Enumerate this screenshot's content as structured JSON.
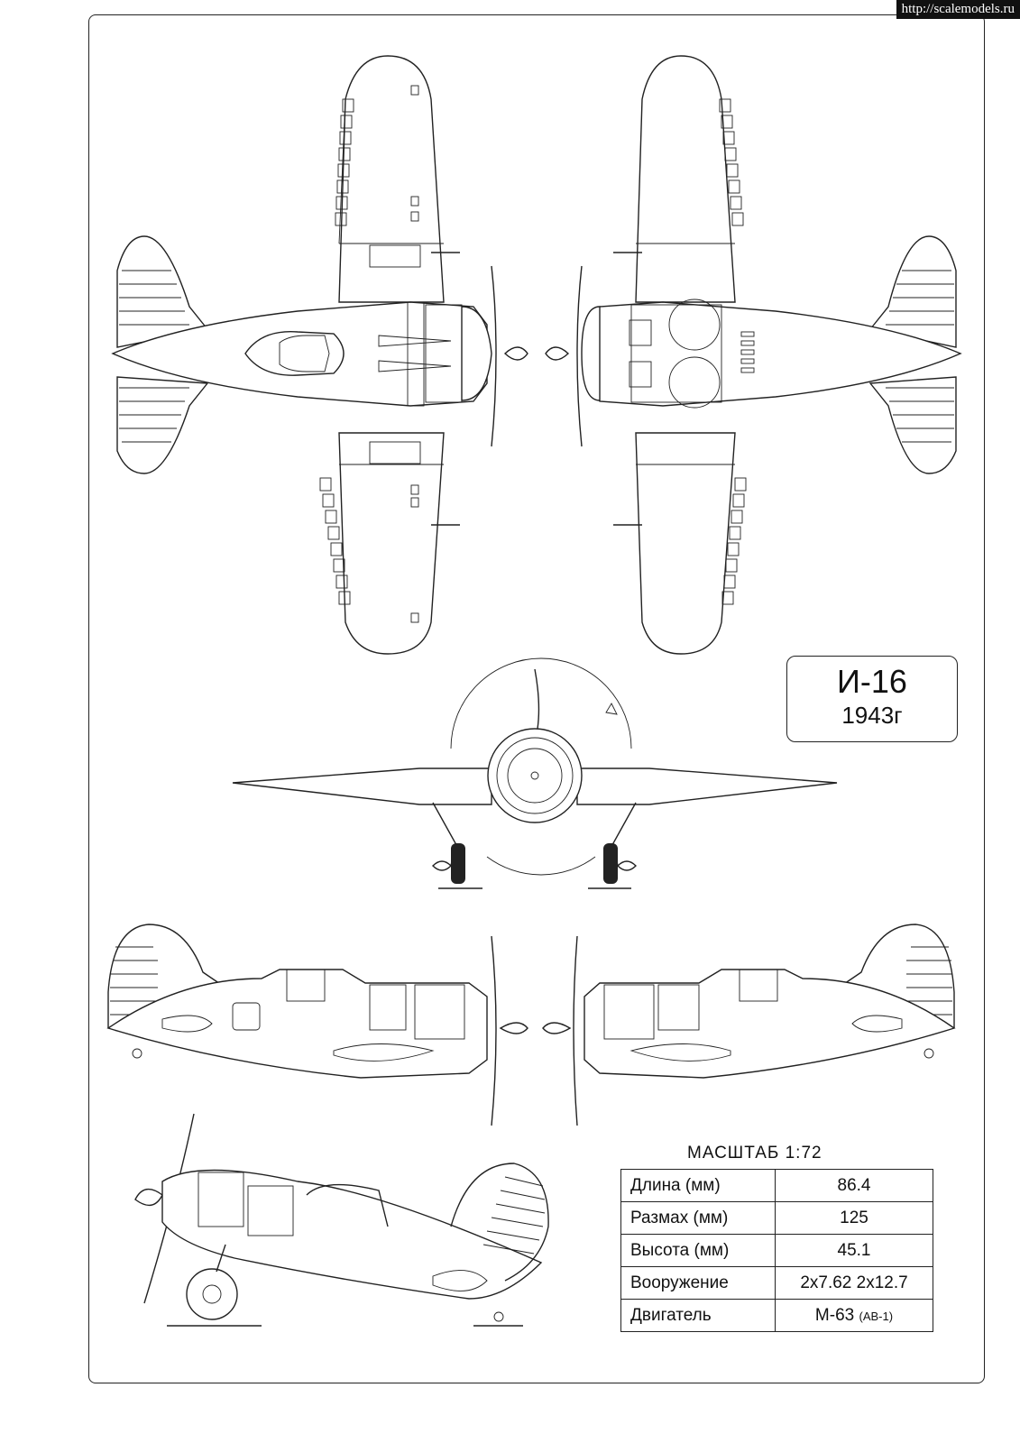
{
  "watermark": "http://scalemodels.ru",
  "title": {
    "name": "И-16",
    "year": "1943г"
  },
  "scale_label": "МАСШТАБ  1:72",
  "specs": [
    {
      "label": "Длина  (мм)",
      "value": "86.4",
      "note": ""
    },
    {
      "label": "Размах (мм)",
      "value": "125",
      "note": ""
    },
    {
      "label": "Высота  (мм)",
      "value": "45.1",
      "note": ""
    },
    {
      "label": "Вооружение",
      "value": "2х7.62   2х12.7",
      "note": ""
    },
    {
      "label": "Двигатель",
      "value": "М-63",
      "note": "(АВ-1)"
    }
  ],
  "views": [
    "top-view",
    "bottom-view",
    "front-view",
    "side-view-left",
    "side-view-right",
    "three-quarter-view"
  ]
}
